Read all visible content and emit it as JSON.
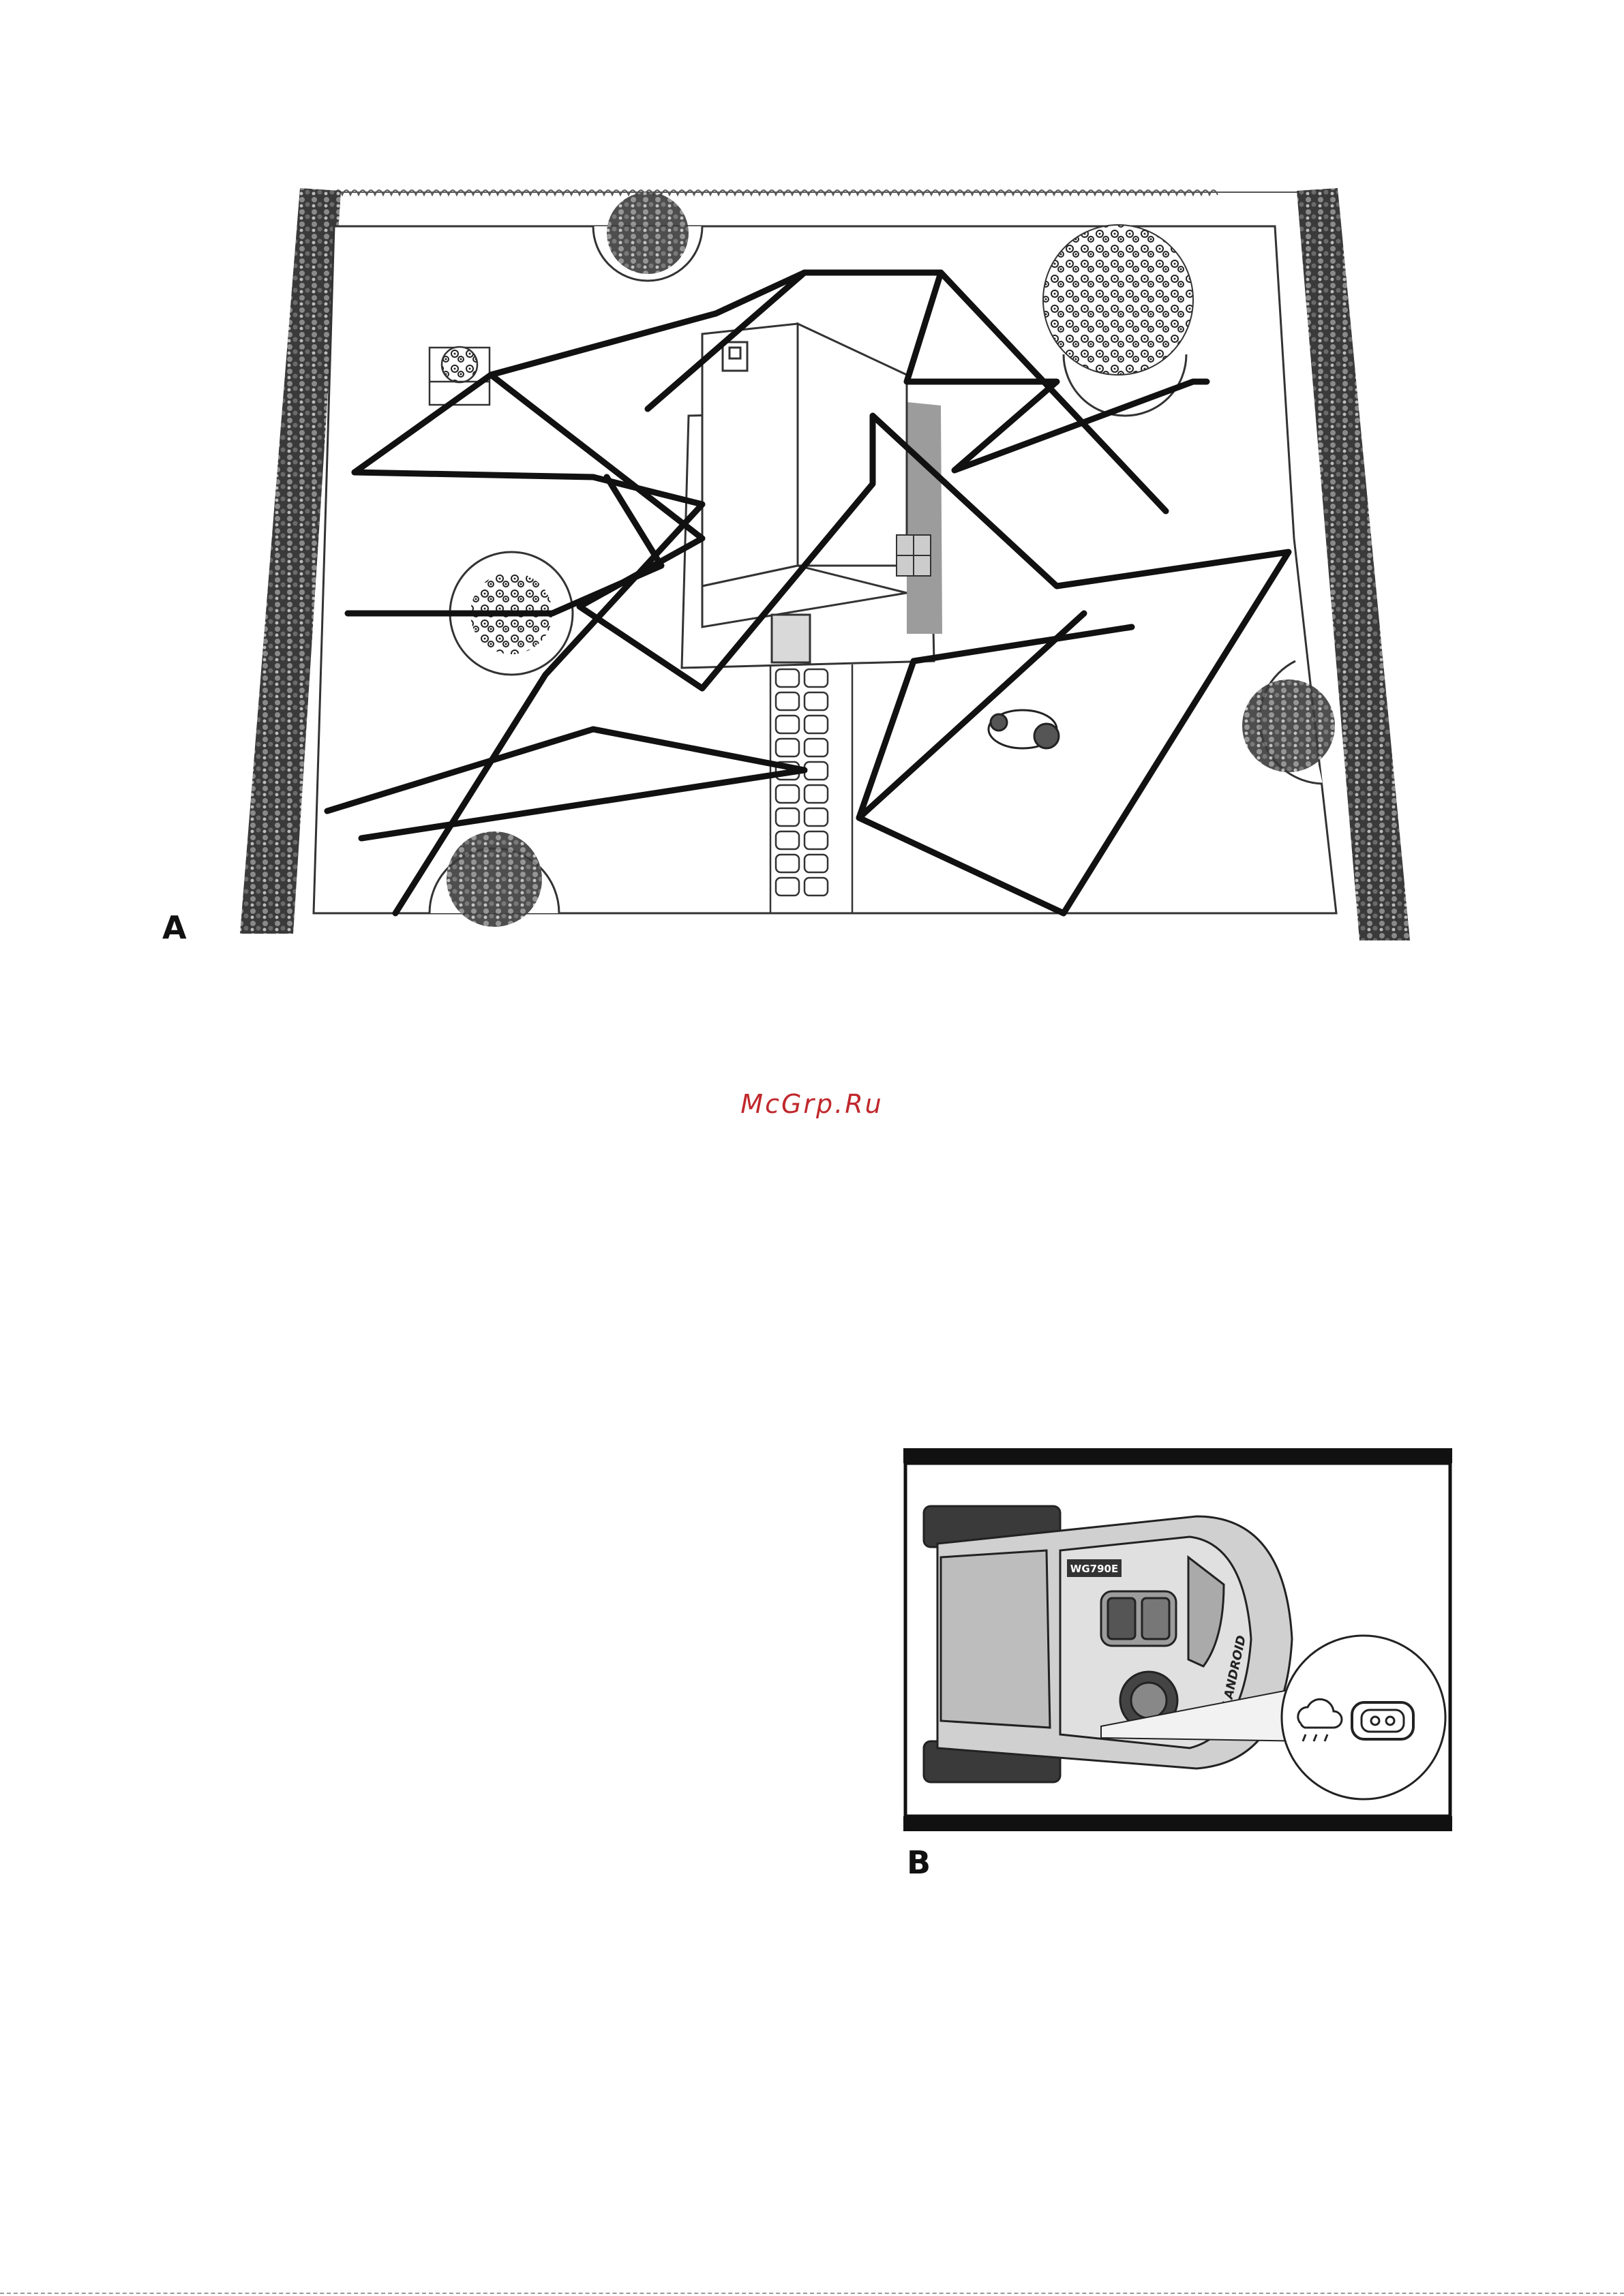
{
  "figures": {
    "a": {
      "label": "A"
    },
    "b": {
      "label": "B",
      "model_badge": "WG790E",
      "brand": "LANDROID",
      "icons": [
        "rain-sensor-icon",
        "rain-sensor-contacts-icon"
      ]
    }
  },
  "watermark": "McGrp.Ru",
  "colors": {
    "watermark": "#c0282c",
    "line": "#111111",
    "hedge": "#2a2a2a"
  }
}
